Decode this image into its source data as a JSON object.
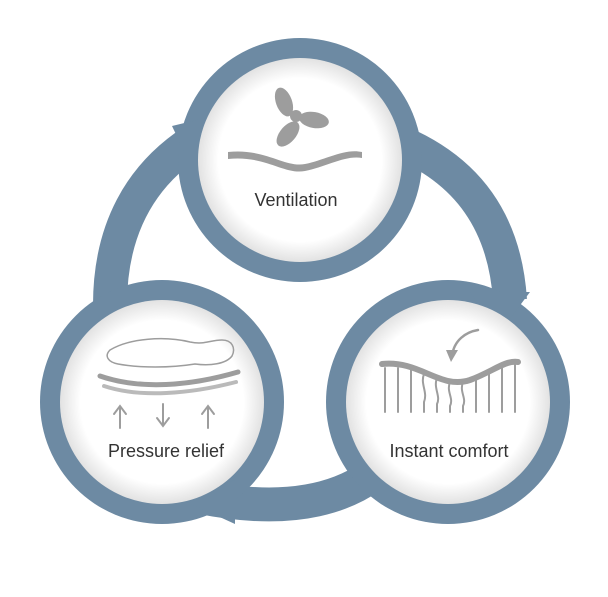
{
  "colors": {
    "ring": "#6d8aa3",
    "circle_fill": "#f7f7f7",
    "icon": "#9d9d9d",
    "text": "#333333"
  },
  "nodes": [
    {
      "id": "ventilation",
      "label": "Ventilation",
      "icon": "fan-over-wavy-surface-icon"
    },
    {
      "id": "instant-comfort",
      "label": "Instant comfort",
      "icon": "springs-under-surface-icon"
    },
    {
      "id": "pressure-relief",
      "label": "Pressure relief",
      "icon": "body-on-mattress-icon"
    }
  ],
  "edges": [
    {
      "from": "ventilation",
      "to": "instant-comfort"
    },
    {
      "from": "instant-comfort",
      "to": "pressure-relief"
    },
    {
      "from": "pressure-relief",
      "to": "ventilation"
    }
  ]
}
